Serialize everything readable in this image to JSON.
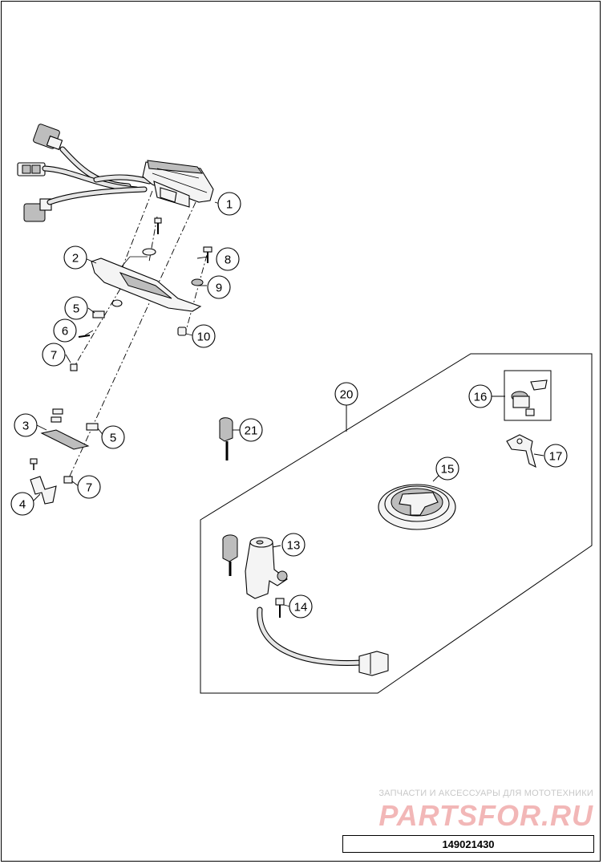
{
  "callouts": [
    {
      "label": "1"
    },
    {
      "label": "2"
    },
    {
      "label": "3"
    },
    {
      "label": "4"
    },
    {
      "label": "5"
    },
    {
      "label": "6"
    },
    {
      "label": "7"
    },
    {
      "label": "8"
    },
    {
      "label": "9"
    },
    {
      "label": "10"
    },
    {
      "label": "5"
    },
    {
      "label": "7"
    },
    {
      "label": "20"
    },
    {
      "label": "21"
    },
    {
      "label": "16"
    },
    {
      "label": "17"
    },
    {
      "label": "15"
    },
    {
      "label": "13"
    },
    {
      "label": "14"
    }
  ],
  "watermark": {
    "tagline": "ЗАПЧАСТИ И АКСЕССУАРЫ ДЛЯ МОТОТЕХНИКИ",
    "brand": "PARTSFOR.RU"
  },
  "diagram_id": "149021430"
}
